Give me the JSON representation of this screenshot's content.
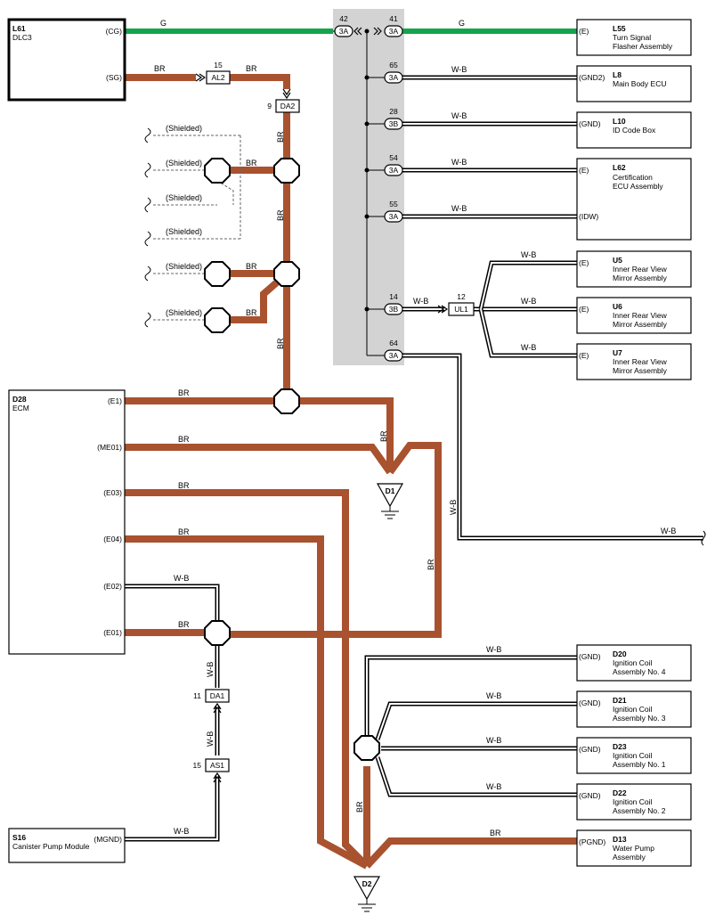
{
  "components": {
    "l61": {
      "code": "L61",
      "name": "DLC3",
      "pins": [
        "(CG)",
        "(SG)"
      ]
    },
    "d28": {
      "code": "D28",
      "name": "ECM",
      "pins": [
        "(E1)",
        "(ME01)",
        "(E03)",
        "(E04)",
        "(E02)",
        "(E01)"
      ]
    },
    "s16": {
      "code": "S16",
      "name": "Canister Pump Module",
      "pin": "(MGND)"
    },
    "l55": {
      "code": "L55",
      "name1": "Turn Signal",
      "name2": "Flasher Assembly",
      "pin": "(E)"
    },
    "l8": {
      "code": "L8",
      "name1": "Main Body ECU",
      "pin": "(GND2)"
    },
    "l10": {
      "code": "L10",
      "name1": "ID Code Box",
      "pin": "(GND)"
    },
    "l62": {
      "code": "L62",
      "name1": "Certification",
      "name2": "ECU Assembly",
      "pins": [
        "(E)",
        "(IDW)"
      ]
    },
    "u5": {
      "code": "U5",
      "name1": "Inner Rear View",
      "name2": "Mirror Assembly",
      "pin": "(E)"
    },
    "u6": {
      "code": "U6",
      "name1": "Inner Rear View",
      "name2": "Mirror Assembly",
      "pin": "(E)"
    },
    "u7": {
      "code": "U7",
      "name1": "Inner Rear View",
      "name2": "Mirror Assembly",
      "pin": "(E)"
    },
    "d20": {
      "code": "D20",
      "name1": "Ignition Coil",
      "name2": "Assembly No. 4",
      "pin": "(GND)"
    },
    "d21": {
      "code": "D21",
      "name1": "Ignition Coil",
      "name2": "Assembly No. 3",
      "pin": "(GND)"
    },
    "d23": {
      "code": "D23",
      "name1": "Ignition Coil",
      "name2": "Assembly No. 1",
      "pin": "(GND)"
    },
    "d22": {
      "code": "D22",
      "name1": "Ignition Coil",
      "name2": "Assembly No. 2",
      "pin": "(GND)"
    },
    "d13": {
      "code": "D13",
      "name1": "Water Pump",
      "name2": "Assembly",
      "pin": "(PGND)"
    }
  },
  "connectors": {
    "al2": {
      "label": "AL2",
      "pin": "15"
    },
    "da2": {
      "label": "DA2",
      "pin": "9"
    },
    "ul1": {
      "label": "UL1",
      "pin": "12"
    },
    "da1": {
      "label": "DA1",
      "pin": "11"
    },
    "as1": {
      "label": "AS1",
      "pin": "15"
    },
    "j42": {
      "label": "3A",
      "pin": "42"
    },
    "j41": {
      "label": "3A",
      "pin": "41"
    },
    "j65": {
      "label": "3A",
      "pin": "65"
    },
    "j28": {
      "label": "3B",
      "pin": "28"
    },
    "j54": {
      "label": "3A",
      "pin": "54"
    },
    "j55": {
      "label": "3A",
      "pin": "55"
    },
    "j14": {
      "label": "3B",
      "pin": "14"
    },
    "j64": {
      "label": "3A",
      "pin": "64"
    }
  },
  "grounds": {
    "d1": "D1",
    "d2": "D2"
  },
  "wire_colors": {
    "g": "G",
    "br": "BR",
    "wb": "W-B"
  },
  "shielded": "(Shielded)",
  "colors": {
    "br": "#a9522f",
    "g": "#14a44d",
    "junction_block": "#d3d3d3"
  }
}
